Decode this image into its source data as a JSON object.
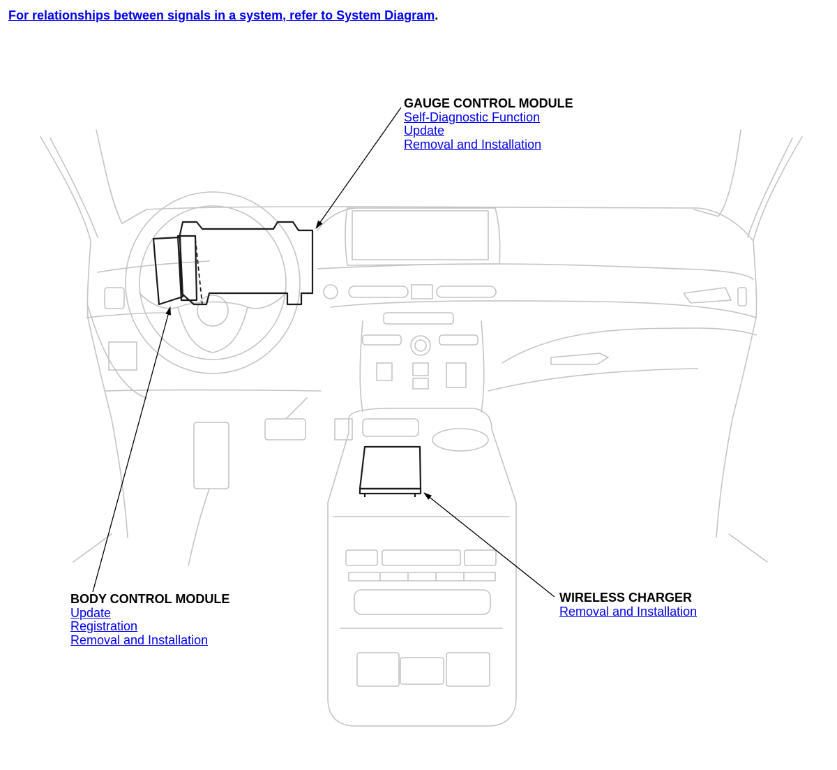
{
  "header": {
    "link_text": "For relationships between signals in a system, refer to System Diagram",
    "trailing": "."
  },
  "callouts": {
    "gauge": {
      "title": "GAUGE CONTROL MODULE",
      "links": [
        "Self-Diagnostic Function",
        "Update",
        "Removal and Installation"
      ]
    },
    "body": {
      "title": "BODY CONTROL MODULE",
      "links": [
        "Update",
        "Registration",
        "Removal and Installation"
      ]
    },
    "charger": {
      "title": "WIRELESS CHARGER",
      "links": [
        "Removal and Installation"
      ]
    }
  },
  "colors": {
    "link": "#0000ee",
    "outline": "#c4c4c4",
    "highlight": "#1a1a1a"
  }
}
